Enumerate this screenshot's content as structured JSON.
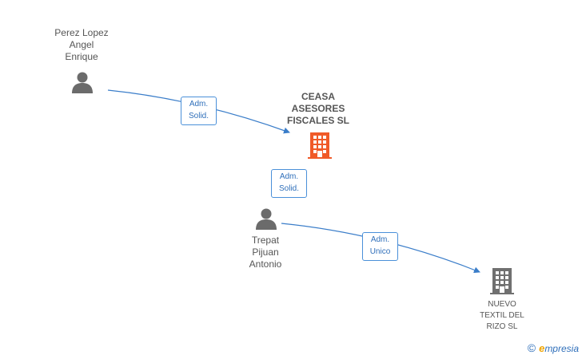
{
  "people": [
    {
      "name": "Perez Lopez\nAngel\nEnrique"
    },
    {
      "name": "Trepat\nPijuan\nAntonio"
    }
  ],
  "companies": [
    {
      "name": "CEASA\nASESORES\nFISCALES SL",
      "color": "#f05a28",
      "icon": "building-icon"
    },
    {
      "name": "NUEVO\nTEXTIL DEL\nRIZO SL",
      "color": "#707070",
      "icon": "building-icon"
    }
  ],
  "relations": [
    {
      "label": "Adm.\nSolid."
    },
    {
      "label": "Adm.\nSolid."
    },
    {
      "label": "Adm.\nUnico"
    }
  ],
  "colors": {
    "edge": "#3a7dc9",
    "person": "#6b6b6b"
  },
  "footer": {
    "copyright_symbol": "©",
    "brand_initial": "e",
    "brand_rest": "mpresia"
  }
}
